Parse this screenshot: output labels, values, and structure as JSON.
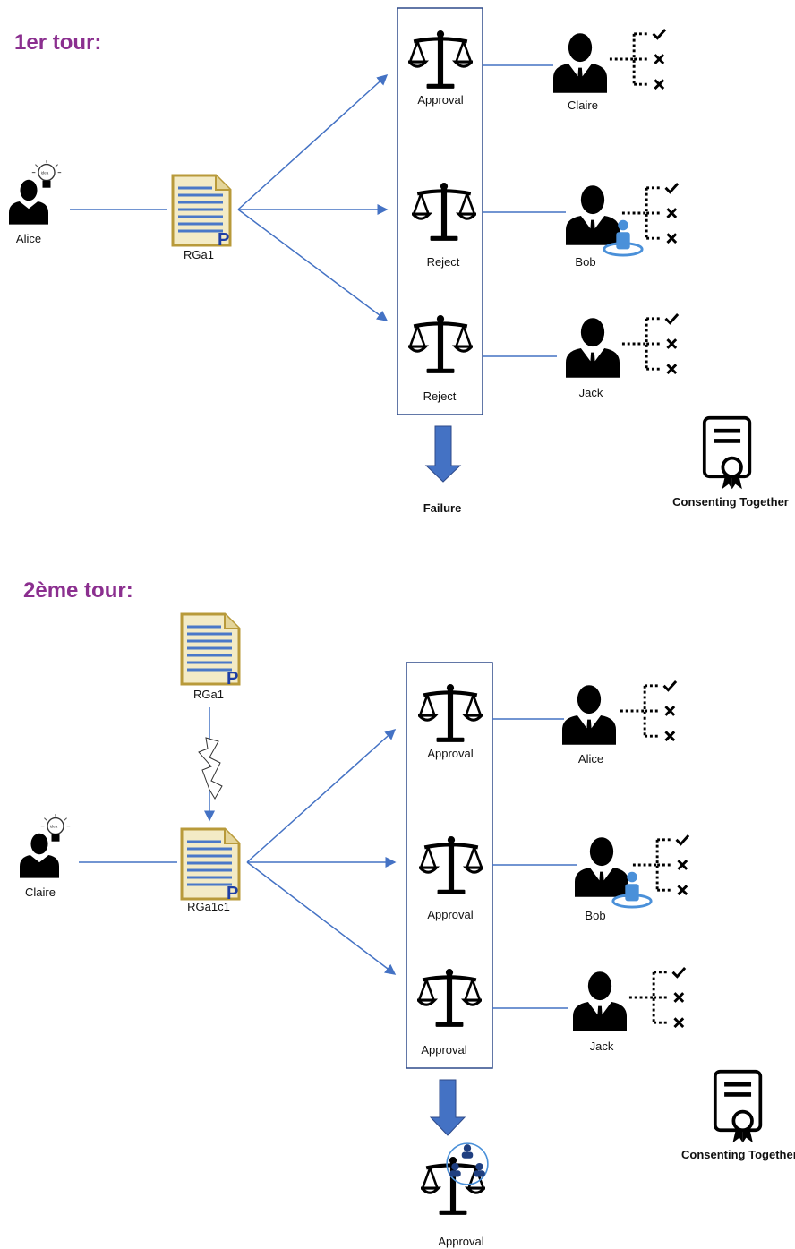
{
  "colors": {
    "heading": "#8B2F8F",
    "failure": "#E02A1E",
    "connector": "#4472C4",
    "arrow": "#4472C4",
    "icon": "#000000"
  },
  "round1": {
    "heading": "1er tour:",
    "proposer": "Alice",
    "document": "RGa1",
    "votes": [
      "Approval",
      "Reject",
      "Reject"
    ],
    "voters": [
      "Claire",
      "Bob",
      "Jack"
    ],
    "outcome": "Failure",
    "badge": "Consenting Together"
  },
  "round2": {
    "heading": "2ème tour:",
    "proposer": "Claire",
    "source_document": "RGa1",
    "document": "RGa1c1",
    "votes": [
      "Approval",
      "Approval",
      "Approval"
    ],
    "voters": [
      "Alice",
      "Bob",
      "Jack"
    ],
    "outcome": "Approval",
    "badge": "Consenting Together"
  },
  "icons": {
    "person": "person-silhouette-icon",
    "idea": "lightbulb-icon",
    "document": "document-icon",
    "scale": "balance-scale-icon",
    "checklist": "checklist-icon",
    "certificate": "certificate-icon",
    "lightning": "lightning-icon",
    "group": "group-icon"
  }
}
